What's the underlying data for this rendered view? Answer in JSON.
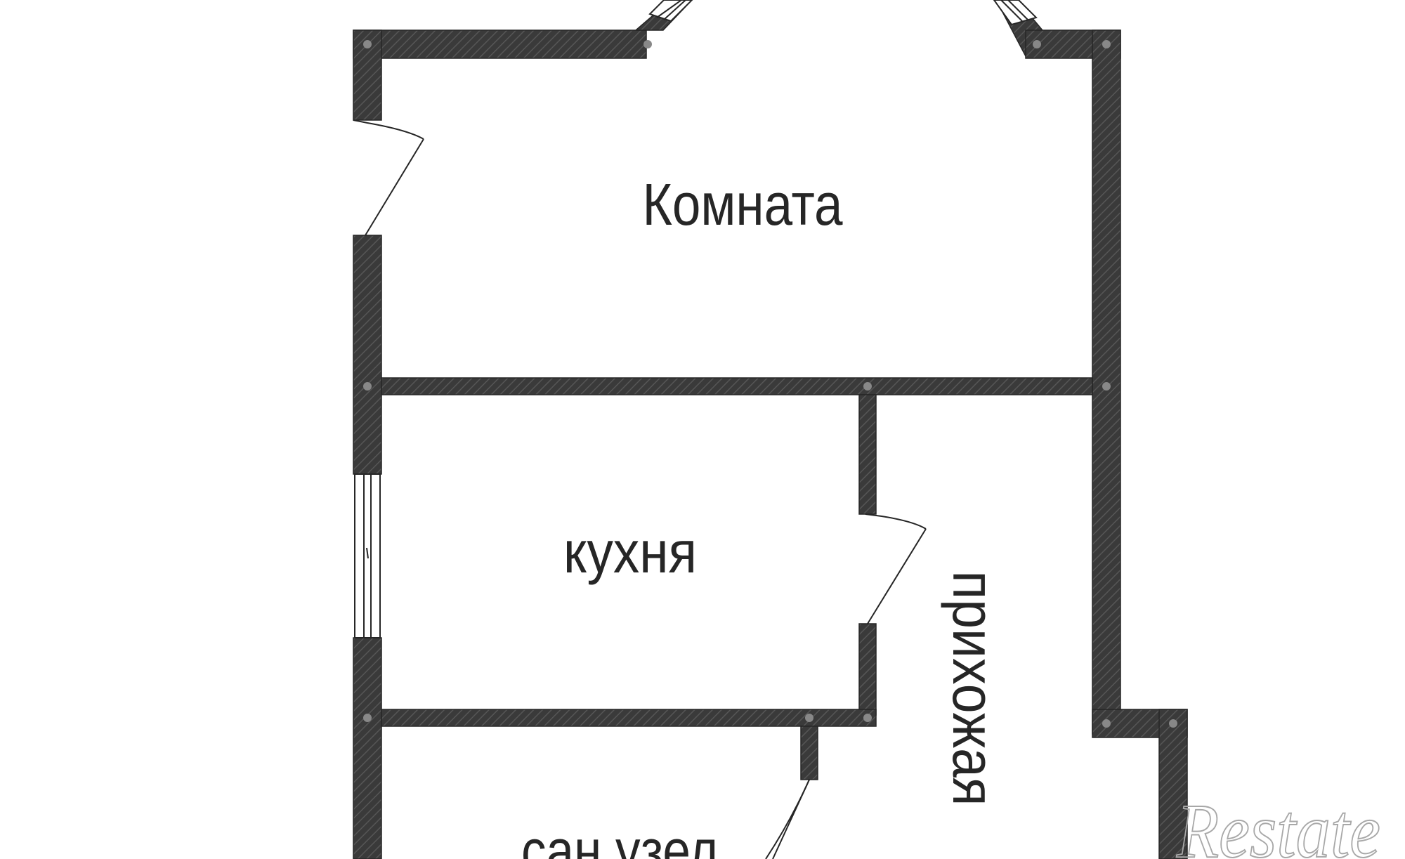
{
  "rooms": {
    "living": "Комната",
    "kitchen": "кухня",
    "hallway": "прихожая",
    "bathroom": "сан узел"
  },
  "watermark": "Restate",
  "colors": {
    "wall": "#3a3a3a",
    "wall_hatch": "#545454",
    "line": "#262626",
    "background": "#ffffff",
    "watermark": "#a8a8a8"
  }
}
